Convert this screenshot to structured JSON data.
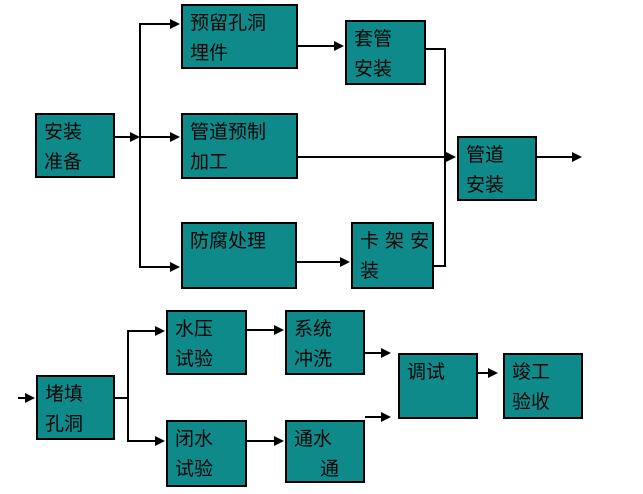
{
  "diagram": {
    "background_color": "#ffffff",
    "box_fill_color": "#0f8a8a",
    "box_border_color": "#000000",
    "text_color": "#050505",
    "boxes": {
      "install_prep": {
        "lines": [
          "安装",
          "准备"
        ]
      },
      "reserved_holes_embeds": {
        "lines": [
          "预留孔洞",
          "埋件"
        ]
      },
      "pipe_prefab": {
        "lines": [
          "管道预制",
          "加工"
        ]
      },
      "anticorrosion": {
        "lines": [
          "防腐处理"
        ]
      },
      "casing_install": {
        "lines": [
          "套管",
          "安装"
        ]
      },
      "clamp_bracket_install": {
        "lines": [
          "卡 架 安",
          "装"
        ]
      },
      "pipe_install": {
        "lines": [
          "管道",
          "安装"
        ]
      },
      "plug_holes": {
        "lines": [
          "堵填",
          "孔洞"
        ]
      },
      "hydrostatic_test": {
        "lines": [
          "水压",
          "试验"
        ]
      },
      "system_flush": {
        "lines": [
          "系统",
          "冲洗"
        ]
      },
      "closed_water_test": {
        "lines": [
          "闭水",
          "试验"
        ]
      },
      "water_through": {
        "lines": [
          "通水",
          "通"
        ]
      },
      "commissioning": {
        "lines": [
          "调试"
        ]
      },
      "completion_acceptance": {
        "lines": [
          "竣工",
          "验收"
        ]
      }
    }
  }
}
